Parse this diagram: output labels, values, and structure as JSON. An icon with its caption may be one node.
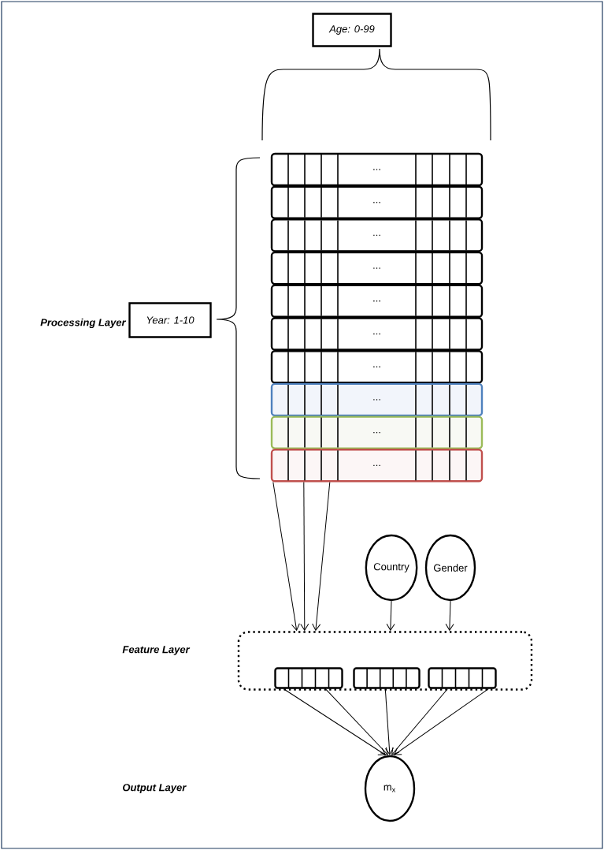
{
  "diagram": {
    "nodes": [
      {
        "text": [
          "Age: 0-99"
        ]
      },
      {
        "text": [
          "Year: 1-10"
        ]
      },
      {
        "text": [
          "..."
        ]
      },
      {
        "text": [
          "..."
        ]
      },
      {
        "text": [
          "..."
        ]
      },
      {
        "text": [
          "..."
        ]
      },
      {
        "text": [
          "..."
        ]
      },
      {
        "text": [
          "..."
        ]
      },
      {
        "text": [
          "..."
        ]
      },
      {
        "text": [
          "..."
        ]
      },
      {
        "text": [
          "..."
        ]
      },
      {
        "text": [
          "..."
        ]
      },
      {
        "text": [],
        "shape": "box"
      },
      {
        "text": [],
        "shape": "bar",
        "in": 12
      },
      {
        "text": [],
        "shape": "bar",
        "in": 12
      },
      {
        "text": [],
        "shape": "bar",
        "in": 12
      },
      {
        "text": [
          "Country"
        ]
      },
      {
        "text": [
          "Gender"
        ]
      },
      {
        "text": [
          "m$_{x}$"
        ]
      }
    ],
    "edges": [
      {
        "from": 11,
        "to": 12,
        "arrow": "to"
      },
      {
        "from": 11,
        "to": 12,
        "arrow": "to"
      },
      {
        "from": 11,
        "to": 12,
        "arrow": "to"
      },
      {
        "from": 16,
        "to": 12,
        "arrow": "to"
      },
      {
        "from": 17,
        "to": 12,
        "arrow": "to"
      },
      {
        "from": 13,
        "to": 18,
        "arrow": "to"
      },
      {
        "from": 13,
        "to": 18,
        "arrow": "to"
      },
      {
        "from": 14,
        "to": 18,
        "arrow": "to"
      },
      {
        "from": 15,
        "to": 18,
        "arrow": "to"
      },
      {
        "from": 15,
        "to": 18,
        "arrow": "to"
      }
    ],
    "labels": [
      "Processing Layer",
      "Feature Layer",
      "Output Layer"
    ]
  }
}
